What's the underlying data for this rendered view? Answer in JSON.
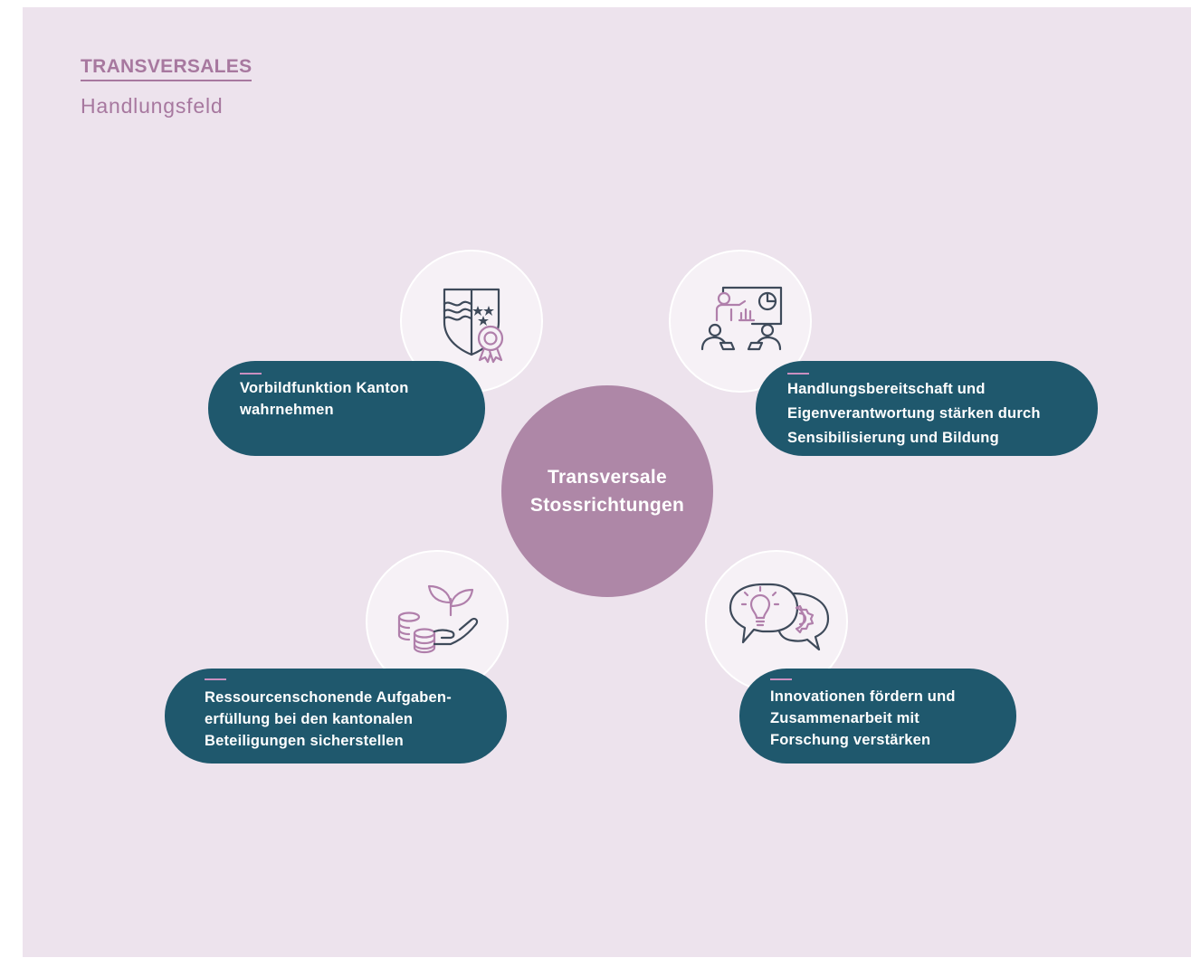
{
  "header": {
    "title": "TRANSVERSALES",
    "subtitle": "Handlungsfeld"
  },
  "center": {
    "label": "Transversale\nStossrichtungen"
  },
  "items": [
    {
      "label": "Vorbildfunktion Kanton\nwahrnehmen",
      "icon": "shield-award-icon"
    },
    {
      "label": "Handlungsbereitschaft und\nEigenverantwortung stärken durch\nSensibilisierung und Bildung",
      "icon": "presentation-icon"
    },
    {
      "label": "Ressourcenschonende Aufgaben-\nerfüllung bei den kantonalen\nBeteiligungen sicherstellen",
      "icon": "plant-coins-icon"
    },
    {
      "label": "Innovationen fördern und\nZusammenarbeit mit\nForschung verstärken",
      "icon": "idea-chat-icon"
    }
  ],
  "colors": {
    "background": "#ede3ed",
    "accent": "#a7789f",
    "pill": "#1f586d",
    "center": "#ae87a7",
    "icon_dark": "#3e4a5a",
    "icon_accent": "#b07fab"
  }
}
